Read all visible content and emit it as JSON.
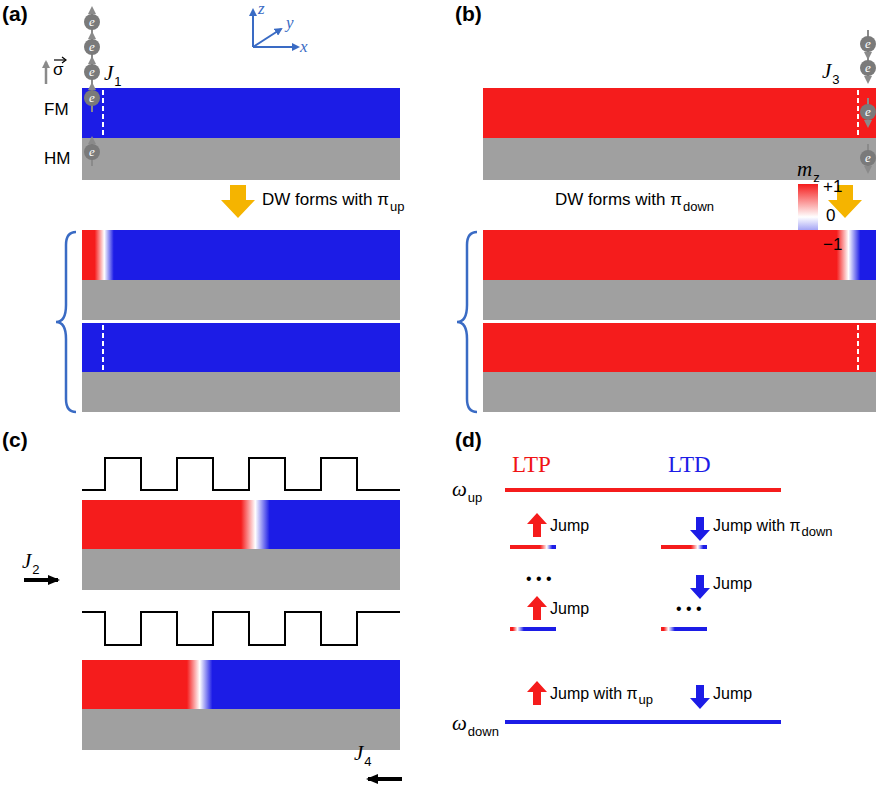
{
  "diagram": {
    "nodes": [
      {
        "text": [
          "e"
        ]
      },
      {
        "text": [
          "e"
        ]
      },
      {
        "text": [
          "e"
        ]
      },
      {
        "text": [
          "e"
        ]
      },
      {
        "text": [
          "e"
        ]
      },
      {
        "text": [
          "e"
        ]
      },
      {
        "text": [
          "e"
        ]
      },
      {
        "text": [
          "e"
        ]
      },
      {
        "text": [
          "e"
        ]
      }
    ],
    "labels": [
      "(a)",
      "z",
      "y",
      "x",
      "σ",
      "J",
      "1",
      "FM",
      "HM",
      "DW forms with π",
      "up",
      "(b)",
      "J",
      "3",
      "m",
      "z",
      "+1",
      "0",
      "−1",
      "DW forms with π",
      "down",
      "(c)",
      "J",
      "2",
      "J",
      "4",
      "(d)",
      "LTP",
      "LTD",
      "ω",
      "up",
      "Jump",
      "Jump with π",
      "down",
      "• • •",
      "Jump",
      "Jump",
      "• • •",
      "Jump with π",
      "up",
      "Jump",
      "ω",
      "down"
    ]
  }
}
